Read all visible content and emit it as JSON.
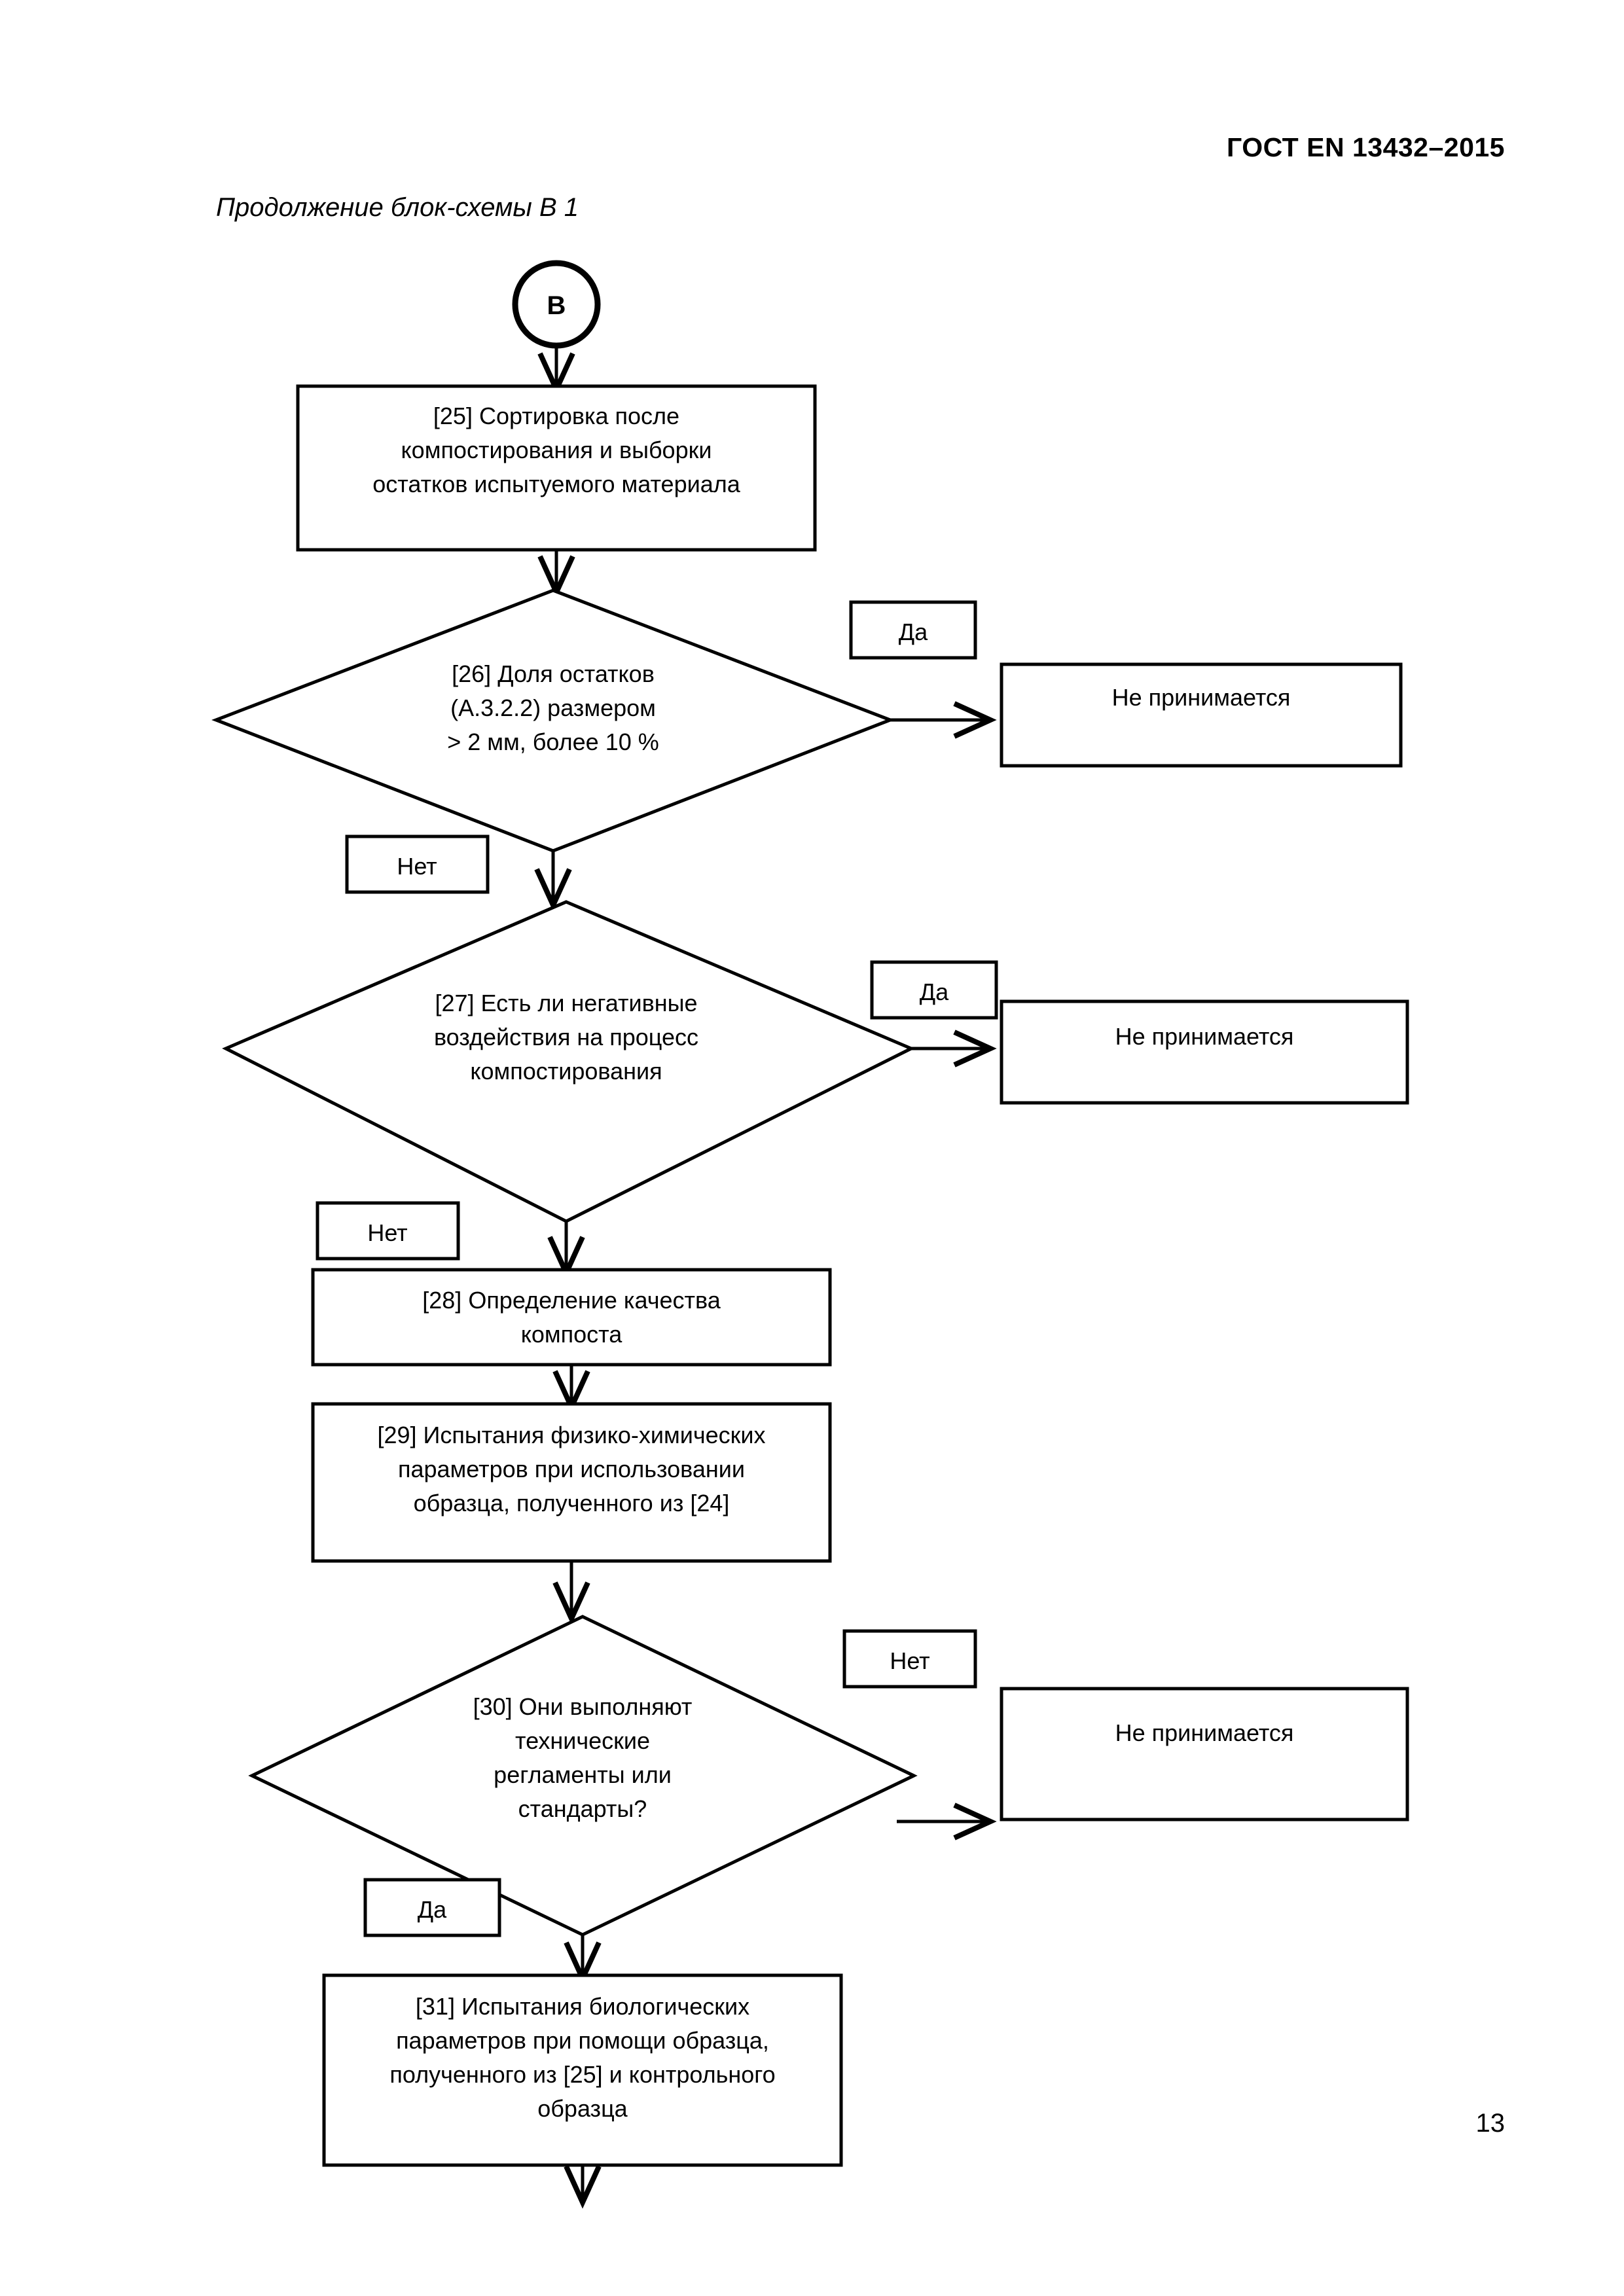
{
  "document": {
    "header": "ГОСТ EN 13432–2015",
    "caption": "Продолжение блок-схемы В 1",
    "page_number": "13"
  },
  "flowchart": {
    "connector": {
      "label": "В"
    },
    "nodes": [
      {
        "id": "25",
        "type": "process",
        "lines": [
          "[25] Сортировка после",
          "компостирования и выборки",
          "остатков испытуемого материала"
        ]
      },
      {
        "id": "26",
        "type": "decision",
        "lines": [
          "[26] Доля остатков",
          "(А.3.2.2) размером",
          "> 2 мм, более 10 %"
        ]
      },
      {
        "id": "reject1",
        "type": "terminal",
        "lines": [
          "Не принимается"
        ]
      },
      {
        "id": "27",
        "type": "decision",
        "lines": [
          "[27] Есть ли негативные",
          "воздействия на процесс",
          "компостирования"
        ]
      },
      {
        "id": "reject2",
        "type": "terminal",
        "lines": [
          "Не принимается"
        ]
      },
      {
        "id": "28",
        "type": "process",
        "lines": [
          "[28] Определение качества",
          "компоста"
        ]
      },
      {
        "id": "29",
        "type": "process",
        "lines": [
          "[29] Испытания физико-химических",
          "параметров при использовании",
          "образца, полученного из [24]"
        ]
      },
      {
        "id": "30",
        "type": "decision",
        "lines": [
          "[30] Они выполняют",
          "технические",
          "регламенты или",
          "стандарты?"
        ]
      },
      {
        "id": "reject3",
        "type": "terminal",
        "lines": [
          "Не принимается"
        ]
      },
      {
        "id": "31",
        "type": "process",
        "lines": [
          "[31] Испытания биологических",
          "параметров при помощи образца,",
          "полученного из [25] и контрольного",
          "образца"
        ]
      }
    ],
    "edge_labels": [
      {
        "id": "yes-26",
        "text": "Да"
      },
      {
        "id": "no-26",
        "text": "Нет"
      },
      {
        "id": "yes-27",
        "text": "Да"
      },
      {
        "id": "no-27",
        "text": "Нет"
      },
      {
        "id": "no-30",
        "text": "Нет"
      },
      {
        "id": "yes-30",
        "text": "Да"
      }
    ]
  }
}
